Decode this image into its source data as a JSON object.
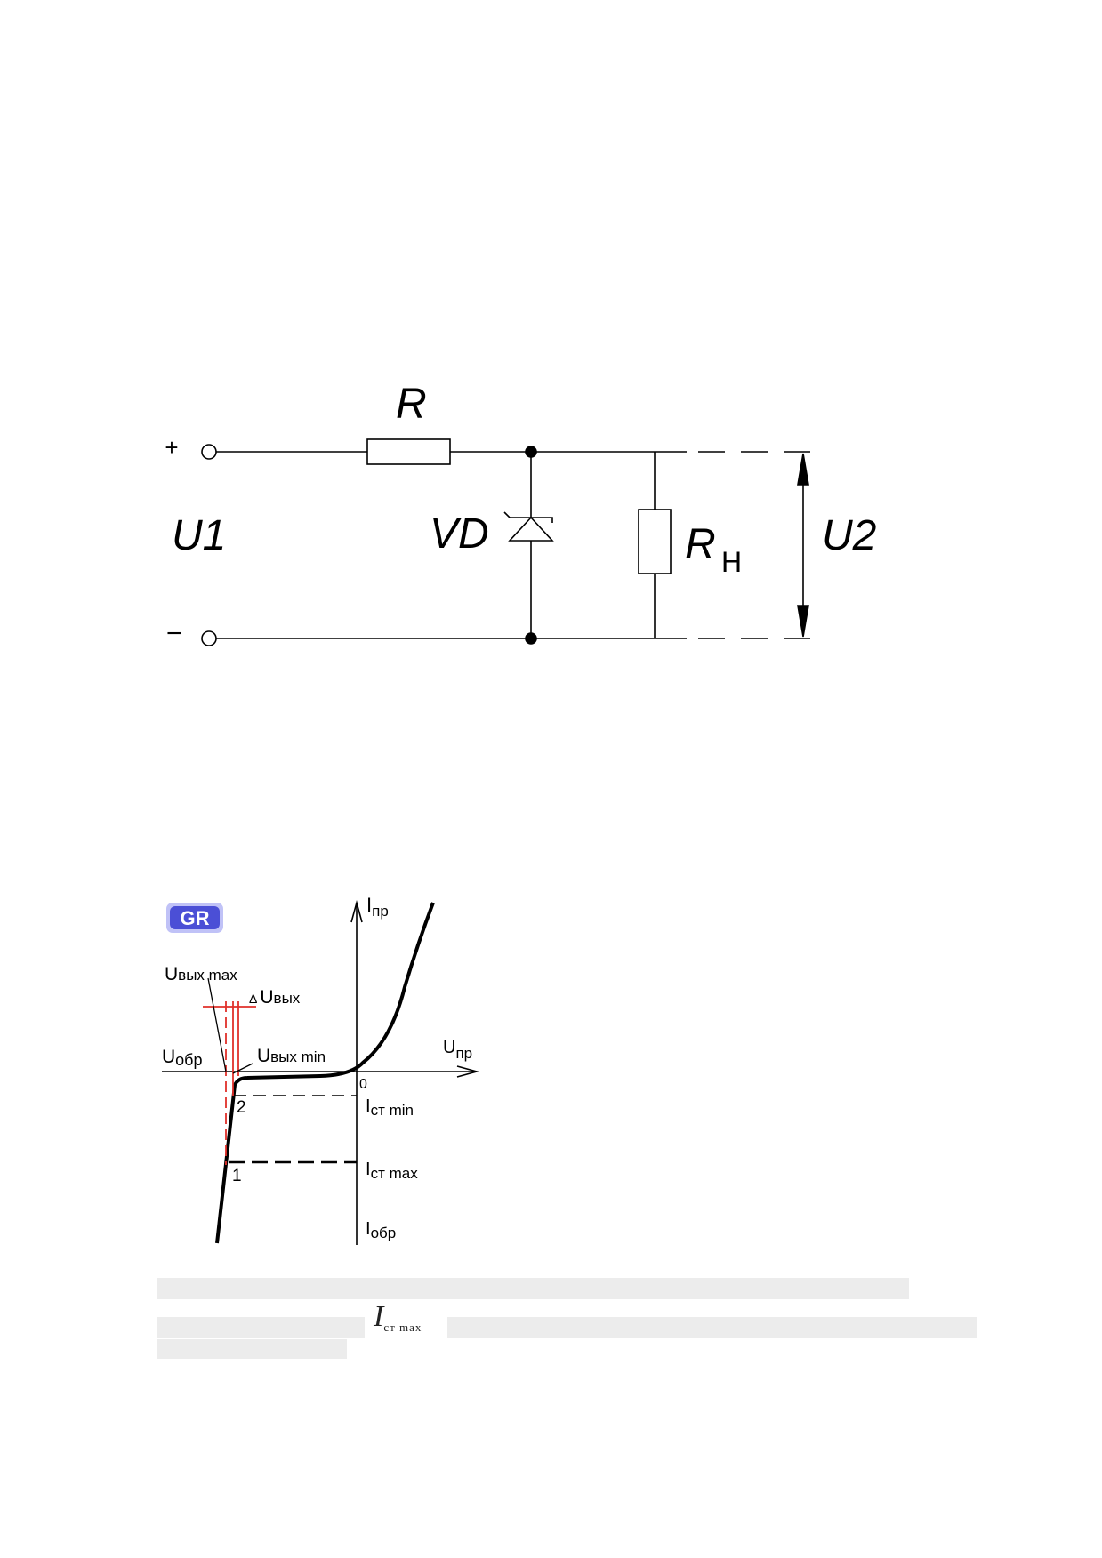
{
  "circuit": {
    "terminal_plus": "+",
    "terminal_minus": "−",
    "input_voltage": "U1",
    "resistor": "R",
    "zener": "VD",
    "load_resistor": "R",
    "load_subscript": "Н",
    "output_voltage": "U2"
  },
  "iv_chart": {
    "logo": "GR",
    "y_axis_pos": "I",
    "y_axis_pos_sub": "пр",
    "x_axis_pos": "U",
    "x_axis_pos_sub": "пр",
    "x_axis_neg": "U",
    "x_axis_neg_sub": "обр",
    "y_axis_neg": "I",
    "y_axis_neg_sub": "обр",
    "origin": "0",
    "uout_max": "U",
    "uout_max_sub": "вых max",
    "delta_uout": "U",
    "delta_symbol": "Δ",
    "delta_uout_sub": "вых",
    "uout_min": "U",
    "uout_min_sub": "вых min",
    "ist_min": "I",
    "ist_min_sub": "ст min",
    "ist_max": "I",
    "ist_max_sub": "ст max",
    "point_1": "1",
    "point_2": "2"
  },
  "formula": {
    "symbol": "I",
    "subscript": "ст max"
  }
}
